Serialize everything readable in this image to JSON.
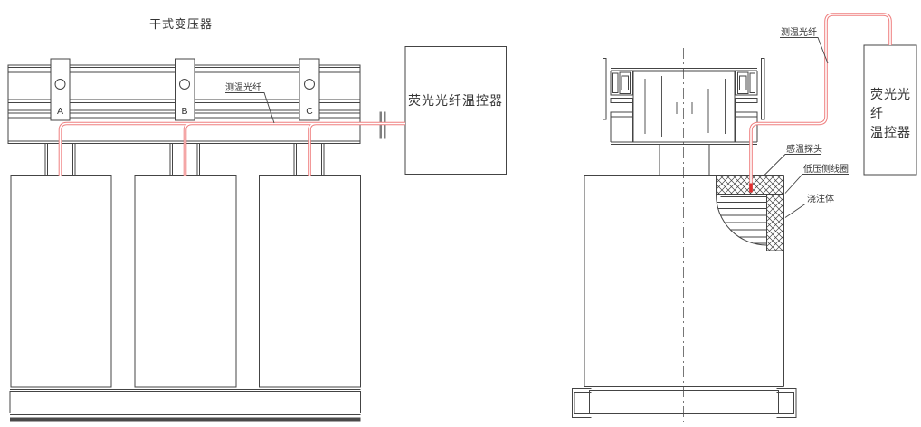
{
  "title": "干式变压器",
  "colors": {
    "line": "#444444",
    "fiber": "#ef7f7f",
    "fiber_tip": "#e03030",
    "connector": "#7f7f7f",
    "ground": "#4a4a4a"
  },
  "front_view": {
    "phases": [
      "A",
      "B",
      "C"
    ],
    "fiber_label": "测温光纤",
    "controller_label": "荧光光纤温控器"
  },
  "side_view": {
    "fiber_label": "测温光纤",
    "probe_label": "感温探头",
    "lv_coil_label": "低压侧线圈",
    "cast_body_label": "浇注体",
    "controller_lines": [
      "荧光光",
      "纤",
      "温控器"
    ]
  }
}
